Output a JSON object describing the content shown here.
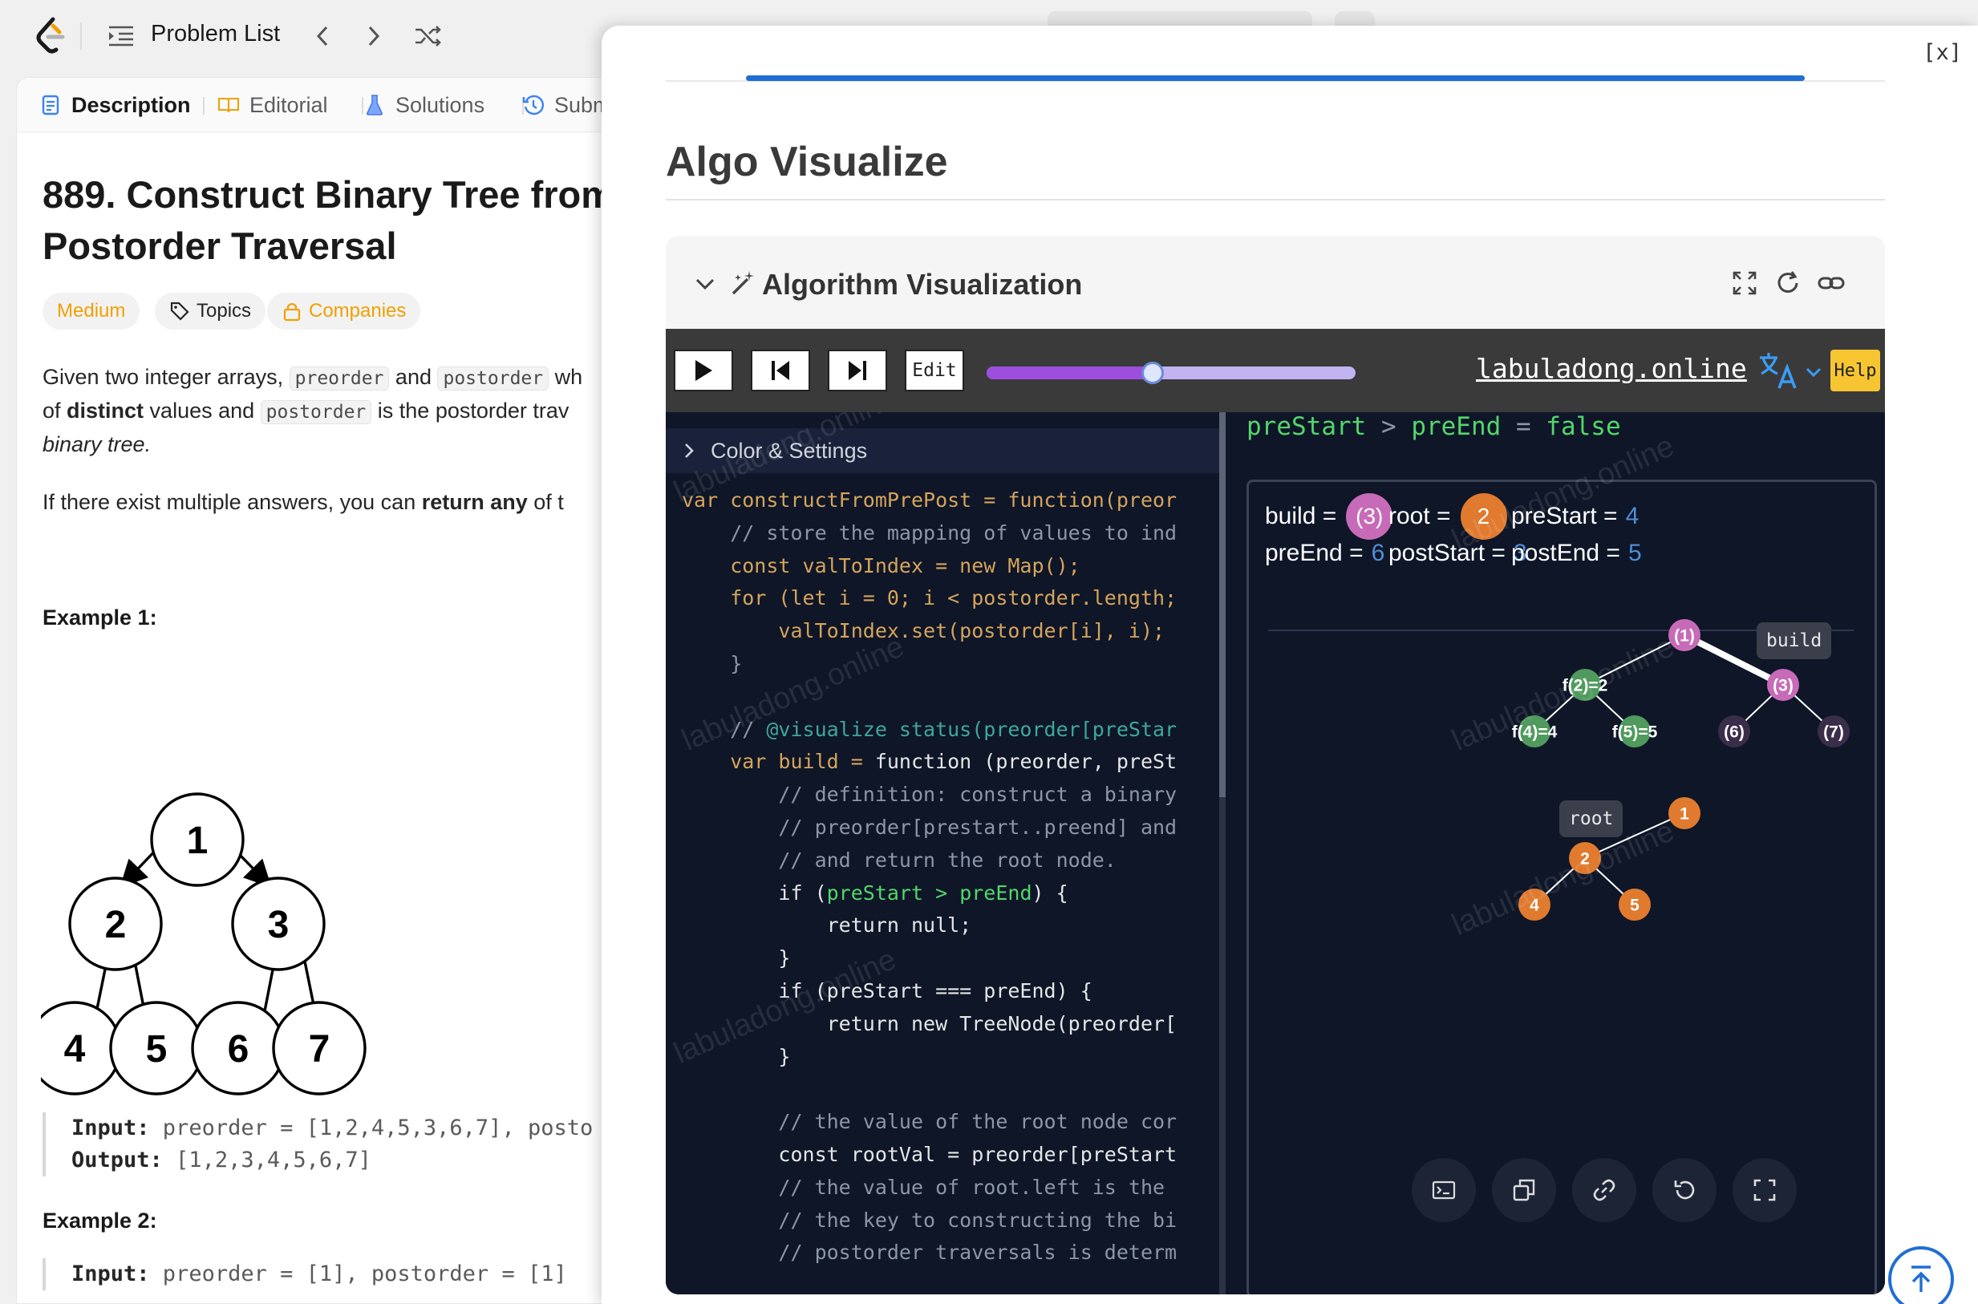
{
  "topbar": {
    "problem_list": "Problem List"
  },
  "tabs": [
    {
      "label": "Description"
    },
    {
      "label": "Editorial"
    },
    {
      "label": "Solutions"
    },
    {
      "label": "Subm"
    }
  ],
  "problem": {
    "title_line1": "889. Construct Binary Tree from",
    "title_line2": "Postorder Traversal",
    "tags": {
      "difficulty": "Medium",
      "topics": "Topics",
      "companies": "Companies"
    },
    "para1_a": "Given two integer arrays, ",
    "para1_code1": "preorder",
    "para1_b": " and ",
    "para1_code2": "postorder",
    "para1_c": " wh",
    "para2_a": "of ",
    "para2_bold": "distinct",
    "para2_b": " values and ",
    "para2_code": "postorder",
    "para2_c": " is the postorder trav",
    "para3": "binary tree.",
    "para4_a": "If there exist multiple answers, you can ",
    "para4_bold": "return any",
    "para4_b": " of t",
    "example1": "Example 1:",
    "example2": "Example 2:",
    "tree_nodes": [
      "1",
      "2",
      "3",
      "4",
      "5",
      "6",
      "7"
    ],
    "ex1_input_label": "Input:",
    "ex1_input_value": " preorder = [1,2,4,5,3,6,7], posto",
    "ex1_output_label": "Output:",
    "ex1_output_value": " [1,2,3,4,5,6,7]",
    "ex2_input_label": "Input:",
    "ex2_input_value": " preorder = [1], postorder = [1]"
  },
  "overlay": {
    "close": "[x]",
    "title": "Algo Visualize",
    "card_title": "Algorithm Visualization",
    "edit_label": "Edit",
    "site": "labuladong.online",
    "help": "Help",
    "settings": "Color & Settings",
    "slider_progress": 0.45,
    "watermark": "labuladong.online"
  },
  "code_lines": [
    [
      [
        "var constructFromPrePost = function(preor",
        ""
      ]
    ],
    [
      [
        "    // store the mapping of values to ind",
        "c"
      ]
    ],
    [
      [
        "    const valToIndex = new Map();",
        ""
      ]
    ],
    [
      [
        "    for (let i = 0; i < postorder.length;",
        ""
      ]
    ],
    [
      [
        "        valToIndex.set(postorder[i], i);",
        ""
      ]
    ],
    [
      [
        "    }",
        "c"
      ]
    ],
    [
      [
        "",
        ""
      ]
    ],
    [
      [
        "    // ",
        "c"
      ],
      [
        "@visualize status(preorder[preStar",
        "cv"
      ]
    ],
    [
      [
        "    var build = ",
        ""
      ],
      [
        "function (preorder, preSt",
        "w"
      ]
    ],
    [
      [
        "        // definition: construct a binary",
        "c"
      ]
    ],
    [
      [
        "        // preorder[prestart..preend] and",
        "c"
      ]
    ],
    [
      [
        "        // and return the root node.",
        "c"
      ]
    ],
    [
      [
        "        if (",
        "w"
      ],
      [
        "preStart > preEnd",
        "g"
      ],
      [
        ") {",
        "w"
      ]
    ],
    [
      [
        "            return null;",
        "w"
      ]
    ],
    [
      [
        "        }",
        "w"
      ]
    ],
    [
      [
        "        if (preStart === preEnd) {",
        "w"
      ]
    ],
    [
      [
        "            return new TreeNode(preorder[",
        "w"
      ]
    ],
    [
      [
        "        }",
        "w"
      ]
    ],
    [
      [
        "",
        ""
      ]
    ],
    [
      [
        "        // the value of the root node cor",
        "c"
      ]
    ],
    [
      [
        "        const rootVal = preorder[preStart",
        "w"
      ]
    ],
    [
      [
        "        // the value of root.left is the ",
        "c"
      ]
    ],
    [
      [
        "        // the key to constructing the bi",
        "c"
      ]
    ],
    [
      [
        "        // postorder traversals is determ",
        "c"
      ]
    ]
  ],
  "status": {
    "lhs": "preStart",
    "op": " > ",
    "rhs": "preEnd",
    "eq": " = ",
    "result": "false"
  },
  "vars": [
    {
      "name": "build =",
      "bubble": "(3)",
      "bubble_color": "#c76bb8"
    },
    {
      "name": "root =",
      "bubble": "2",
      "bubble_color": "#e07a2e"
    },
    {
      "name": "preStart =",
      "value": "4"
    },
    {
      "name": "preEnd =",
      "value": "6"
    },
    {
      "name": "postStart =",
      "value": "3"
    },
    {
      "name": "postEnd =",
      "value": "5"
    }
  ],
  "call_tree": {
    "nodes": [
      {
        "label": "(1)",
        "color": "#c76bb8"
      },
      {
        "label": "f(2)=2",
        "color": "#4f9a5c"
      },
      {
        "label": "(3)",
        "color": "#c76bb8"
      },
      {
        "label": "f(4)=4",
        "color": "#4f9a5c"
      },
      {
        "label": "f(5)=5",
        "color": "#4f9a5c"
      },
      {
        "label": "(6)",
        "color": "#3a2d4a"
      },
      {
        "label": "(7)",
        "color": "#3a2d4a"
      }
    ],
    "tooltip": "build"
  },
  "result_tree": {
    "nodes": [
      {
        "label": "1",
        "color": "#e07a2e"
      },
      {
        "label": "2",
        "color": "#e07a2e"
      },
      {
        "label": "4",
        "color": "#e07a2e"
      },
      {
        "label": "5",
        "color": "#e07a2e"
      }
    ],
    "tooltip": "root"
  },
  "colors": {
    "accent_blue": "#1f6ed4",
    "green": "#54d66a",
    "help_yellow": "#f7c531",
    "slider": "#9d4edd"
  }
}
